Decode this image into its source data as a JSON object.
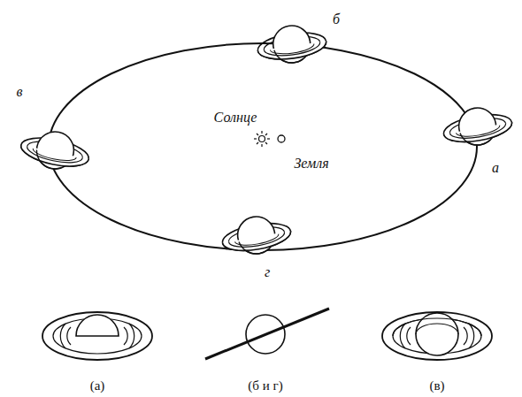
{
  "diagram": {
    "labels": [
      "б",
      "в",
      "Солнце",
      "Земля",
      "а",
      "г",
      "(а)",
      "(б и г)",
      "(в)"
    ]
  }
}
